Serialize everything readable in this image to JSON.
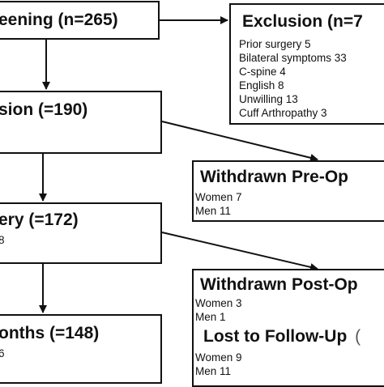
{
  "boxes": {
    "screening": {
      "title": "eening (n=265)"
    },
    "exclusion": {
      "title": "Exclusion (n=7",
      "items": [
        "Prior surgery 5",
        "Bilateral symptoms 33",
        "C-spine 4",
        "English 8",
        "Unwilling 13",
        "Cuff Arthropathy 3"
      ]
    },
    "inclusion": {
      "title": "sion (=190)"
    },
    "withdrawn_pre_op": {
      "title": "Withdrawn Pre-Op",
      "items": [
        "Women 7",
        "Men 11"
      ]
    },
    "surgery": {
      "title": "ery (=172)",
      "sub": "8"
    },
    "withdrawn_post_op": {
      "title": "Withdrawn Post-Op",
      "items": [
        "Women 3",
        "Men 1"
      ],
      "title2": "Lost to Follow-Up",
      "title2_tail": "(",
      "items2": [
        "Women 9",
        "Men 11"
      ]
    },
    "months": {
      "title": "onths (=148)",
      "sub": "6"
    }
  }
}
